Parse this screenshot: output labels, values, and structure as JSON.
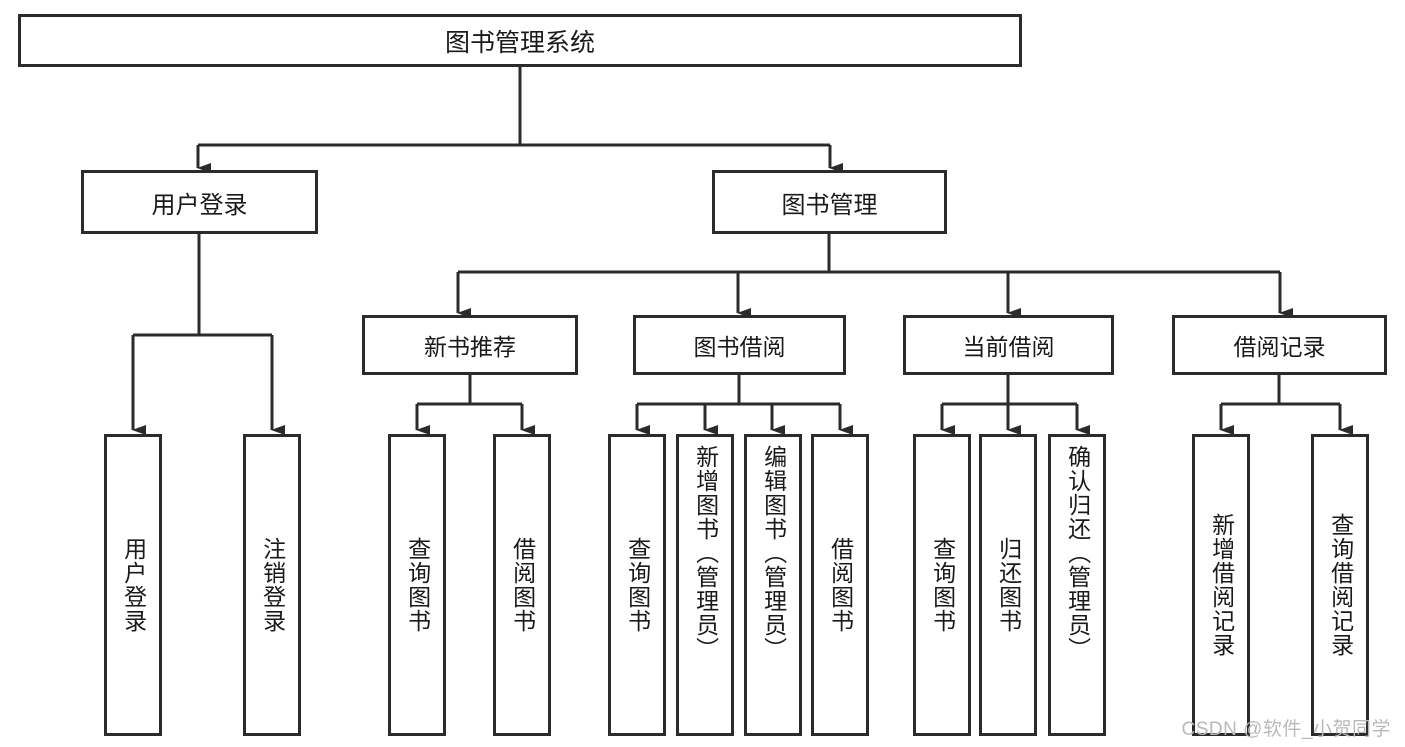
{
  "diagram": {
    "title": "图书管理系统",
    "type": "hierarchy-tree",
    "root": {
      "label": "图书管理系统"
    },
    "level2": [
      {
        "label": "用户登录"
      },
      {
        "label": "图书管理"
      }
    ],
    "level3": [
      {
        "label": "新书推荐"
      },
      {
        "label": "图书借阅"
      },
      {
        "label": "当前借阅"
      },
      {
        "label": "借阅记录"
      }
    ],
    "leaves": {
      "user_login": [
        {
          "label": "用户登录"
        },
        {
          "label": "注销登录"
        }
      ],
      "new_book_recommend": [
        {
          "label": "查询图书"
        },
        {
          "label": "借阅图书"
        }
      ],
      "book_borrow": [
        {
          "label": "查询图书"
        },
        {
          "label": "新增图书（管理员）"
        },
        {
          "label": "编辑图书（管理员）"
        },
        {
          "label": "借阅图书"
        }
      ],
      "current_borrow": [
        {
          "label": "查询图书"
        },
        {
          "label": "归还图书"
        },
        {
          "label": "确认归还（管理员）"
        }
      ],
      "borrow_record": [
        {
          "label": "新增借阅记录"
        },
        {
          "label": "查询借阅记录"
        }
      ]
    }
  },
  "watermark": {
    "text": "CSDN @软件_小贺同学"
  },
  "colors": {
    "stroke": "#2b2b2b",
    "background": "#ffffff",
    "text": "#1a1a1a",
    "watermark": "#b9b9b9"
  }
}
